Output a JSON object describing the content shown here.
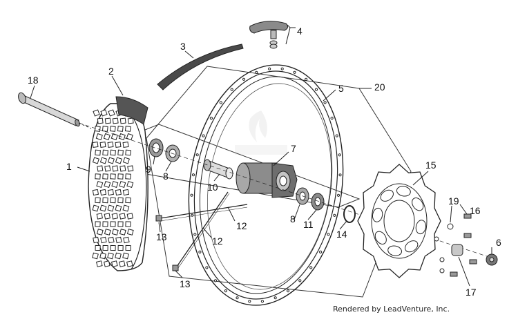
{
  "diagram": {
    "callouts": [
      {
        "id": "1",
        "label": "1"
      },
      {
        "id": "2",
        "label": "2"
      },
      {
        "id": "3",
        "label": "3"
      },
      {
        "id": "4",
        "label": "4"
      },
      {
        "id": "5",
        "label": "5"
      },
      {
        "id": "6",
        "label": "6"
      },
      {
        "id": "7",
        "label": "7"
      },
      {
        "id": "8a",
        "label": "8"
      },
      {
        "id": "8b",
        "label": "8"
      },
      {
        "id": "9",
        "label": "9"
      },
      {
        "id": "10",
        "label": "10"
      },
      {
        "id": "11",
        "label": "11"
      },
      {
        "id": "12a",
        "label": "12"
      },
      {
        "id": "12b",
        "label": "12"
      },
      {
        "id": "13a",
        "label": "13"
      },
      {
        "id": "13b",
        "label": "13"
      },
      {
        "id": "14",
        "label": "14"
      },
      {
        "id": "15",
        "label": "15"
      },
      {
        "id": "16",
        "label": "16"
      },
      {
        "id": "17",
        "label": "17"
      },
      {
        "id": "18",
        "label": "18"
      },
      {
        "id": "19",
        "label": "19"
      },
      {
        "id": "20",
        "label": "20"
      }
    ],
    "credit": "Rendered by LeadVenture, Inc."
  },
  "colors": {
    "line": "#222222",
    "rim": "#ffffff",
    "tire_tread": "#ffffff",
    "rim_tape": "#4a4a4a",
    "metal": "#bdbdbd",
    "dark_metal": "#6e6e6e",
    "watermark": "#e6e6e6"
  }
}
